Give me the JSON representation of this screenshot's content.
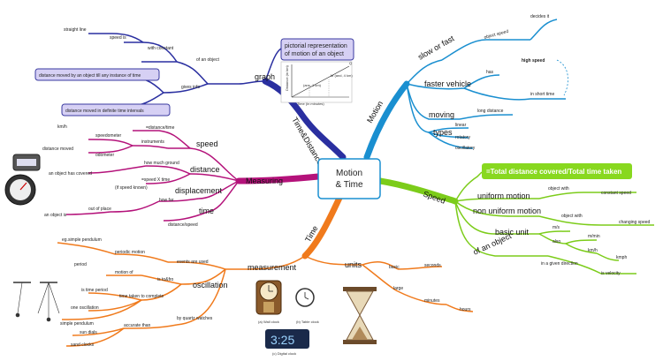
{
  "central": {
    "line1": "Motion",
    "line2": "& Time"
  },
  "branches": {
    "motion": "Motion",
    "time_distance": "Time&Distance",
    "measuring": "Measuring",
    "speed": "Speed",
    "time": "Time"
  },
  "motion": {
    "slow_fast": "slow or fast",
    "decides_it": "decides it",
    "object_speed": "object speed",
    "faster_vehicle": "faster vehicle",
    "has": "has",
    "high_speed": "high speed",
    "in_short_time": "in short time",
    "moving": "moving",
    "long_distance": "long distance",
    "types": "types",
    "linear": "linear",
    "rotatory": "rotatory",
    "oscillatory": "oscillatory"
  },
  "graph": {
    "label": "graph",
    "pictorial_line1": "pictorial representation",
    "pictorial_line2": "of motion of an object",
    "of_an_object": "of an object",
    "with_constant": "with constant",
    "speed_is": "speed is",
    "straight_line": "straight line",
    "gives_info": "gives info",
    "box1": "distance moved by an object till any instance of time",
    "box2": "distance moved in definite time intervals",
    "chart_xlabel": "Time (in minutes)",
    "chart_ylabel": "Distance (in km)",
    "chart_tick": "Q",
    "chart_ann1": "M (and, 4 km)",
    "chart_ann2": "(ans, 1 km)"
  },
  "measuring": {
    "speed": "speed",
    "distance_time": "=distance/time",
    "instruments": "instruments",
    "speedometer": "speedometer",
    "km_h": "km/h",
    "odometer": "odometer",
    "distance_moved": "distance moved",
    "distance": "distance",
    "how_much_ground": "how much ground",
    "object_covered": "an object has covered",
    "speed_x_time": "=speed X time",
    "if_speed_known": "(if speed known)",
    "displacement": "displacement",
    "how_far": "how far",
    "out_of_place": "out of place",
    "object_is": "an object is",
    "time": "time",
    "distance_speed": "distance/speed"
  },
  "speed": {
    "formula": "=Total distance covered/Total time taken",
    "uniform_motion": "uniform motion",
    "object_with1": "object with",
    "constant_speed": "constant speed",
    "non_uniform_motion": "non uniform motion",
    "object_with2": "object with",
    "changing_speed": "changing speed",
    "basic_unit": "basic unit",
    "m_s": "m/s",
    "also": "also",
    "m_min": "m/min",
    "km_h": "km/h",
    "km_ph": "kmph",
    "of_an_object": "of an object",
    "in_given_direction": "in a given direction",
    "is_velocity": "is velocity"
  },
  "time": {
    "measurement": "measurement",
    "events_used": "events are used",
    "periodic_motion": "periodic motion",
    "eg_pendulum": "eg.simple pendulum",
    "period": "period",
    "motion_of": "motion of",
    "is_to_fro": "is to&fro",
    "oscillation": "oscillation",
    "is_time_period": "is time period",
    "one_oscillation": "one oscillation",
    "time_taken": "time taken to complete",
    "simple_pendulum": "simple pendulum",
    "by_quartz": "by quartz watches",
    "accurate_than": "accurate than",
    "sun_dials": "sun dials",
    "sand_clocks": "sand clocks",
    "units": "units",
    "basic": "basic",
    "seconds": "seconds",
    "large": "large",
    "minutes": "minutes",
    "hours": "hours",
    "wall_clock": "(a) Wall clock",
    "table_clock": "(b) Table clock",
    "digital_clock": "(c) Digital clock",
    "digital_display": "3:25"
  },
  "colors": {
    "motion": "#1a8fd0",
    "time_distance": "#2a2fa0",
    "measuring": "#b4127a",
    "speed": "#7ccc1a",
    "time": "#f07a1c",
    "central_border": "#1a8fd0",
    "box_fill": "#d6d0f4",
    "box_border": "#3a3aa0",
    "formula_fill": "#88d81f"
  }
}
